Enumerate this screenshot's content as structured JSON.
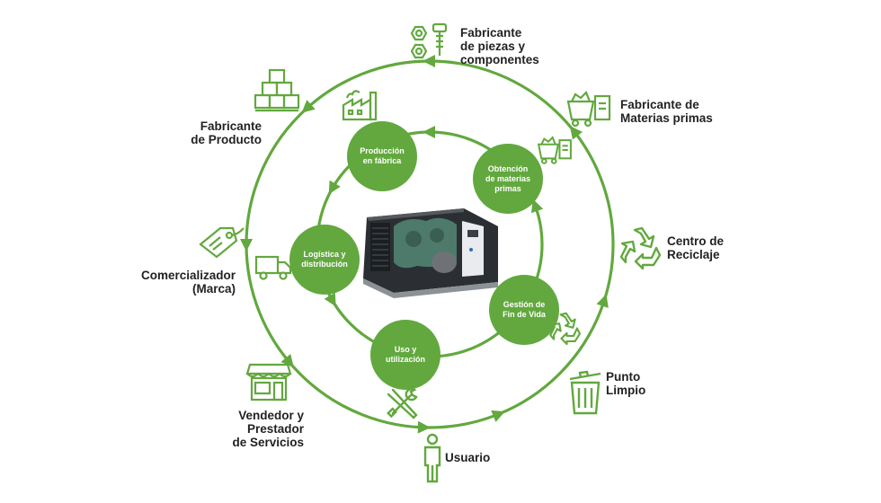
{
  "colors": {
    "green": "#62a83e",
    "text": "#222222"
  },
  "outer_stages": [
    {
      "id": "fabricante-piezas",
      "label": "Fabricante\nde piezas y\ncomponentes",
      "icon": "nuts-bolts-icon"
    },
    {
      "id": "fabricante-materias",
      "label": "Fabricante de\nMaterias primas",
      "icon": "mining-cart-icon"
    },
    {
      "id": "centro-reciclaje",
      "label": "Centro de\nReciclaje",
      "icon": "recycle-icon"
    },
    {
      "id": "punto-limpio",
      "label": "Punto\nLimpio",
      "icon": "trash-bin-icon"
    },
    {
      "id": "usuario",
      "label": "Usuario",
      "icon": "person-icon"
    },
    {
      "id": "vendedor",
      "label": "Vendedor y\nPrestador\nde Servicios",
      "icon": "shop-icon"
    },
    {
      "id": "comercializador",
      "label": "Comercializador\n(Marca)",
      "icon": "price-tag-icon"
    },
    {
      "id": "fabricante-producto",
      "label": "Fabricante\nde Producto",
      "icon": "boxes-icon"
    }
  ],
  "inner_stages": [
    {
      "id": "produccion",
      "label": "Producción\nen fábrica",
      "icon": "factory-icon"
    },
    {
      "id": "obtencion",
      "label": "Obtención\nde materias\nprimas",
      "icon": "mining-cart-icon"
    },
    {
      "id": "fin-vida",
      "label": "Gestión de\nFin de Vida",
      "icon": "recycle-icon"
    },
    {
      "id": "uso",
      "label": "Uso y\nutilización",
      "icon": "tools-icon"
    },
    {
      "id": "logistica",
      "label": "Logística y\ndistribución",
      "icon": "truck-icon"
    }
  ],
  "center": {
    "name": "generator-image-icon"
  }
}
